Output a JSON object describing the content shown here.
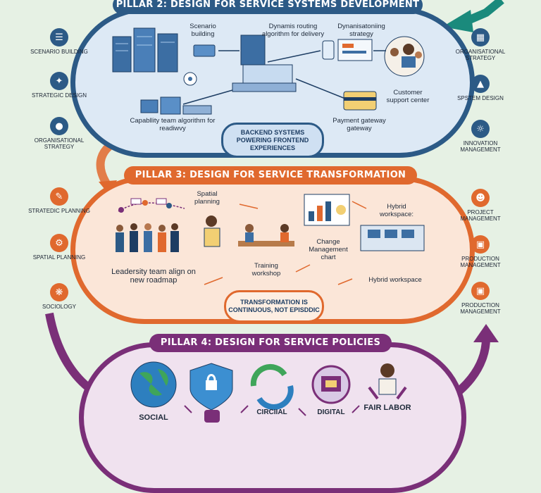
{
  "pillar2": {
    "title": "PILLAR 2: DESIGN FOR SERVICE SYSTEMS DEVELOPMENT",
    "scenario_building": "Scenario building",
    "routing": "Dynamis routing algorithm for delivery",
    "strategy": "Dynanisatoniing strategy",
    "customer_support": "Customer support center",
    "capability": "Capabllity team algorithm for readiwvy",
    "payment": "Payment gateway gateway",
    "callout": "BACKEND SYSTEMS POWERING FRONTEND EXPERIENCES"
  },
  "pillar3": {
    "title": "PILLAR 3: DESIGN FOR SERVICE TRANSFORMATION",
    "spatial": "Spatial planning",
    "hybrid_top": "Hybrid workspace:",
    "change": "Change Management chart",
    "leadership": "Leadersity team align on new roadmap",
    "training": "Training workshop",
    "hybrid_bottom": "Hybrid workspace",
    "callout": "TRANSFORMATION IS CONTINUOUS, NOT EPISDDIC"
  },
  "pillar4": {
    "title": "PILLAR 4: DESIGN FOR SERVICE POLICIES",
    "social": "SOCIAL",
    "circular": "CIRCIIAL",
    "digital": "DIGITAL",
    "fair_labor": "FAIR LABOR"
  },
  "left_side": [
    {
      "label": "SCENARIO BUILDING",
      "icon": "book-icon",
      "color": "#2c5a86"
    },
    {
      "label": "STRATEGIC DESIGN",
      "icon": "wand-icon",
      "color": "#2c5a86"
    },
    {
      "label": "ORGANISATIONAL STRATEGY",
      "icon": "people-icon",
      "color": "#2c5a86"
    },
    {
      "label": "STRATEDIC PLANNING",
      "icon": "pencil-icon",
      "color": "#e0692e"
    },
    {
      "label": "SPATIAL PLANNING",
      "icon": "gear-icon",
      "color": "#e0692e"
    },
    {
      "label": "SOCIOLOGY",
      "icon": "network-icon",
      "color": "#e0692e"
    }
  ],
  "right_side": [
    {
      "label": "ORGANISATIONAL STRATEGY",
      "icon": "org-chart-icon",
      "color": "#2c5a86"
    },
    {
      "label": "SPSTEM DESIGN",
      "icon": "shapes-icon",
      "color": "#2c5a86"
    },
    {
      "label": "INNOVATION MANAGEMENT",
      "icon": "bulb-icon",
      "color": "#2c5a86"
    },
    {
      "label": "PROJECT MANAGEMENT",
      "icon": "team-icon",
      "color": "#e0692e"
    },
    {
      "label": "PRODUCTION MANAGEMENT",
      "icon": "desk-icon",
      "color": "#e0692e"
    },
    {
      "label": "PRODUCTION MANAGEMENT",
      "icon": "desk-icon",
      "color": "#e0692e"
    }
  ],
  "colors": {
    "blue": "#2c5a86",
    "orange": "#e0692e",
    "purple": "#7a2f78",
    "teal": "#1a8a7c"
  }
}
